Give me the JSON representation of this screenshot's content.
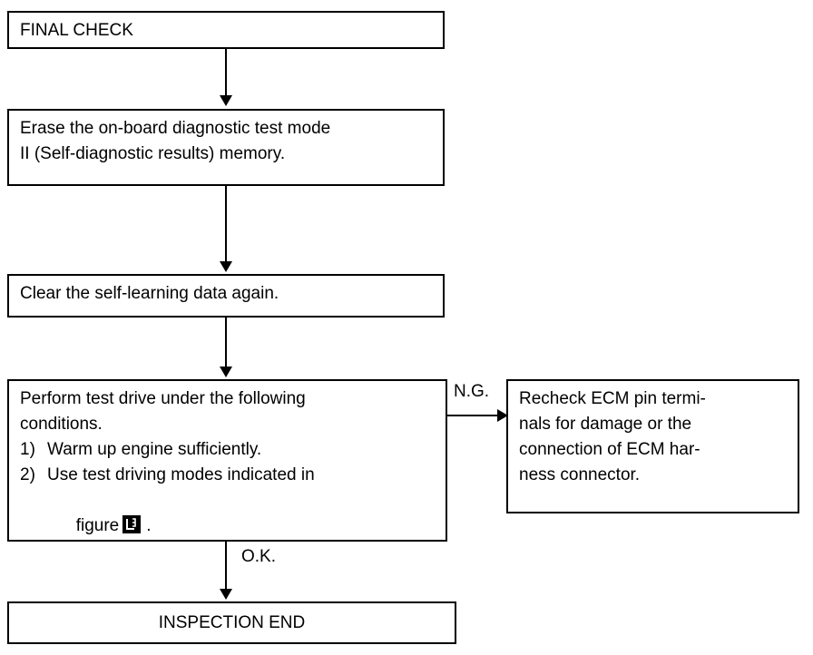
{
  "diagram": {
    "title_box": {
      "label": "FINAL CHECK"
    },
    "nodes": [
      {
        "id": "final-check",
        "text": "FINAL CHECK"
      },
      {
        "id": "erase-memory",
        "line1": "Erase the on-board diagnostic test mode",
        "line2": "II (Self-diagnostic results) memory."
      },
      {
        "id": "clear-self-learning",
        "text": "Clear the self-learning data again."
      },
      {
        "id": "perform-test-drive",
        "line1": "Perform test drive under the following",
        "line2": "conditions.",
        "item1_num": "1)",
        "item1_text": "Warm up engine sufficiently.",
        "item2_num": "2)",
        "item2_text": "Use test driving modes indicated in",
        "item2_cont": "figure",
        "item2_badge": "figure-reference-badge",
        "item2_period": "."
      },
      {
        "id": "recheck-ecm",
        "line1": "Recheck ECM pin termi-",
        "line2": "nals for damage or the",
        "line3": "connection of ECM har-",
        "line4": "ness connector."
      },
      {
        "id": "inspection-end",
        "text": "INSPECTION END"
      }
    ],
    "edge_labels": {
      "ng": "N.G.",
      "ok": "O.K."
    },
    "colors": {
      "stroke": "#000000",
      "fill": "#ffffff",
      "text": "#000000"
    }
  }
}
